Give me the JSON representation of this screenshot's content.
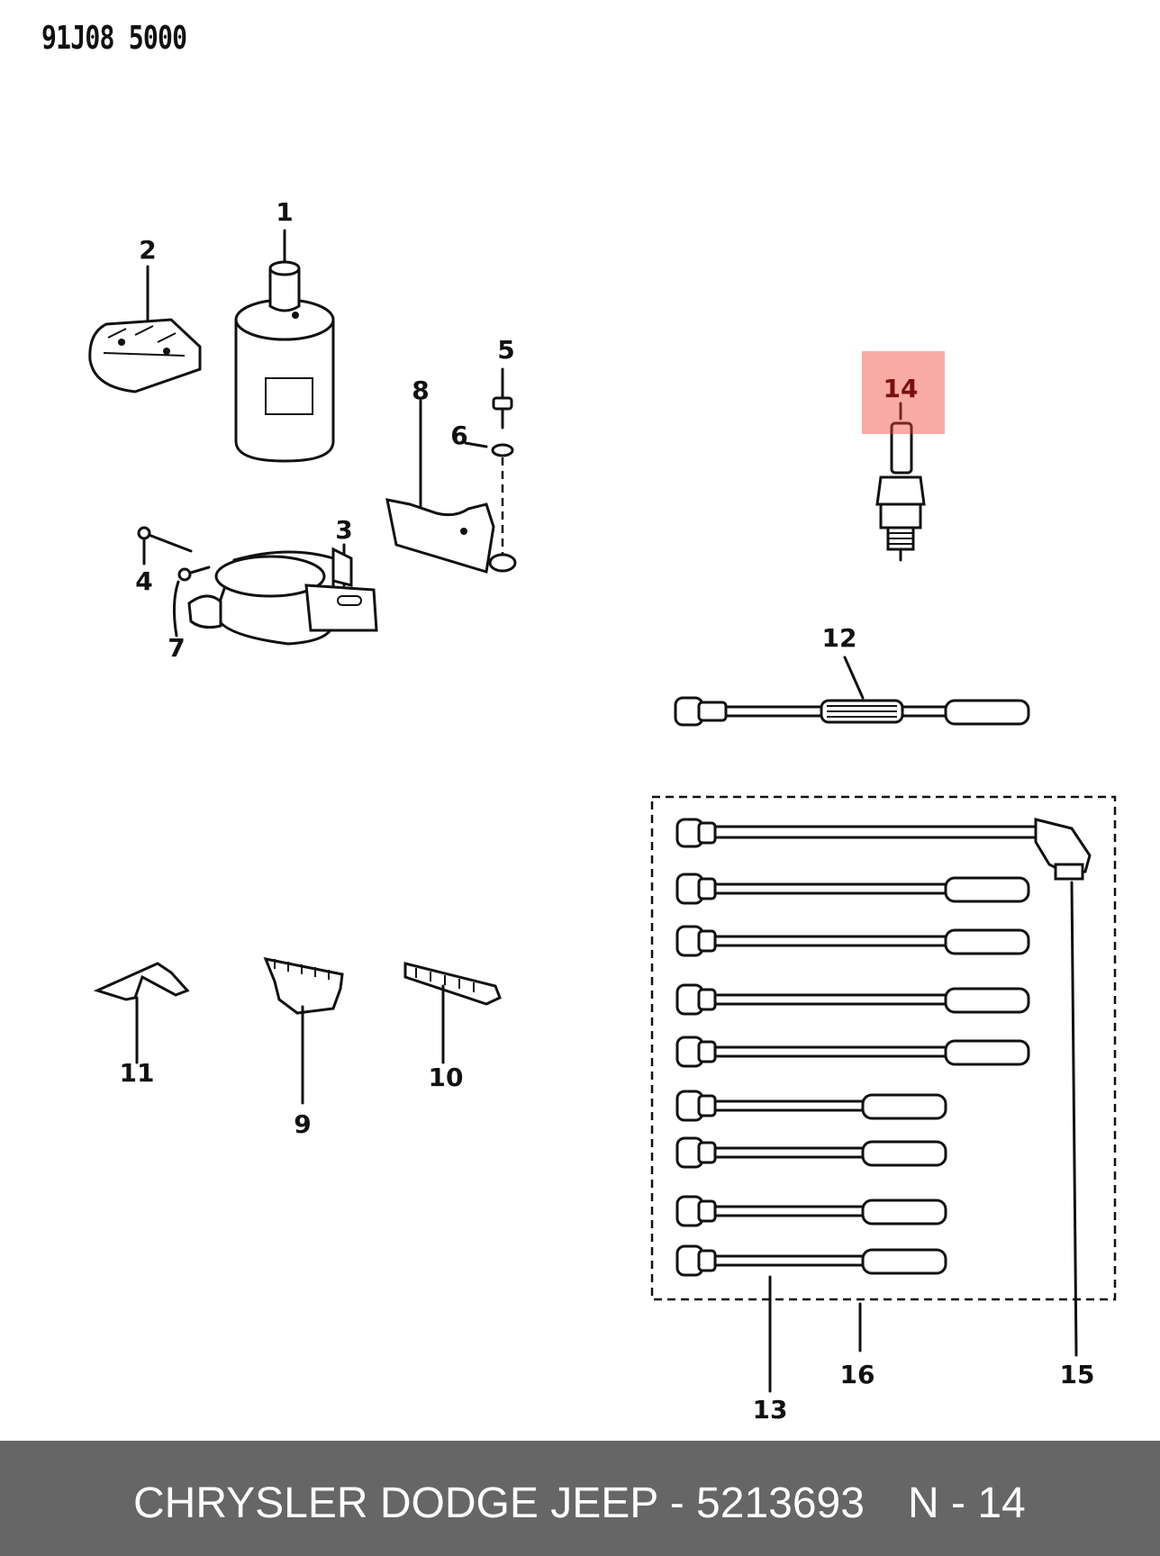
{
  "diagram_code": "91J08 5000",
  "callouts": [
    {
      "id": "1",
      "label": "1"
    },
    {
      "id": "2",
      "label": "2"
    },
    {
      "id": "3",
      "label": "3"
    },
    {
      "id": "4",
      "label": "4"
    },
    {
      "id": "5",
      "label": "5"
    },
    {
      "id": "6",
      "label": "6"
    },
    {
      "id": "7",
      "label": "7"
    },
    {
      "id": "8",
      "label": "8"
    },
    {
      "id": "9",
      "label": "9"
    },
    {
      "id": "10",
      "label": "10"
    },
    {
      "id": "11",
      "label": "11"
    },
    {
      "id": "12",
      "label": "12"
    },
    {
      "id": "13",
      "label": "13"
    },
    {
      "id": "14",
      "label": "14"
    },
    {
      "id": "15",
      "label": "15"
    },
    {
      "id": "16",
      "label": "16"
    }
  ],
  "highlighted_callout": "14",
  "highlight_color": "#f44336",
  "footer": {
    "part_text": "CHRYSLER DODGE JEEP - 5213693",
    "page_text": "N - 14",
    "background": "#666666"
  }
}
